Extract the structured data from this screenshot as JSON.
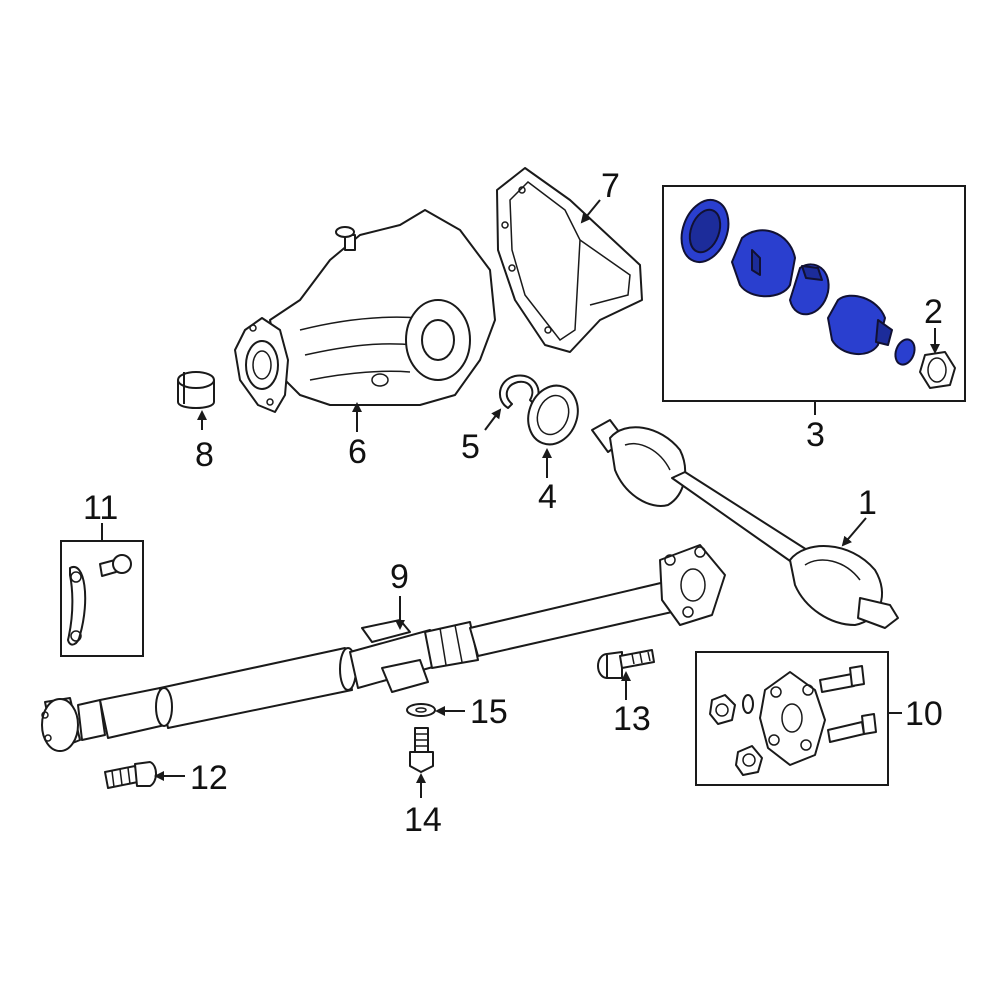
{
  "colors": {
    "line": "#1a1a1a",
    "highlight": "#2a3fcf",
    "highlight_dark": "#1c2c9a",
    "background": "#ffffff"
  },
  "callouts": {
    "c1": "1",
    "c2": "2",
    "c3": "3",
    "c4": "4",
    "c5": "5",
    "c6": "6",
    "c7": "7",
    "c8": "8",
    "c9": "9",
    "c10": "10",
    "c11": "11",
    "c12": "12",
    "c13": "13",
    "c14": "14",
    "c15": "15"
  },
  "highlighted_part": "3"
}
